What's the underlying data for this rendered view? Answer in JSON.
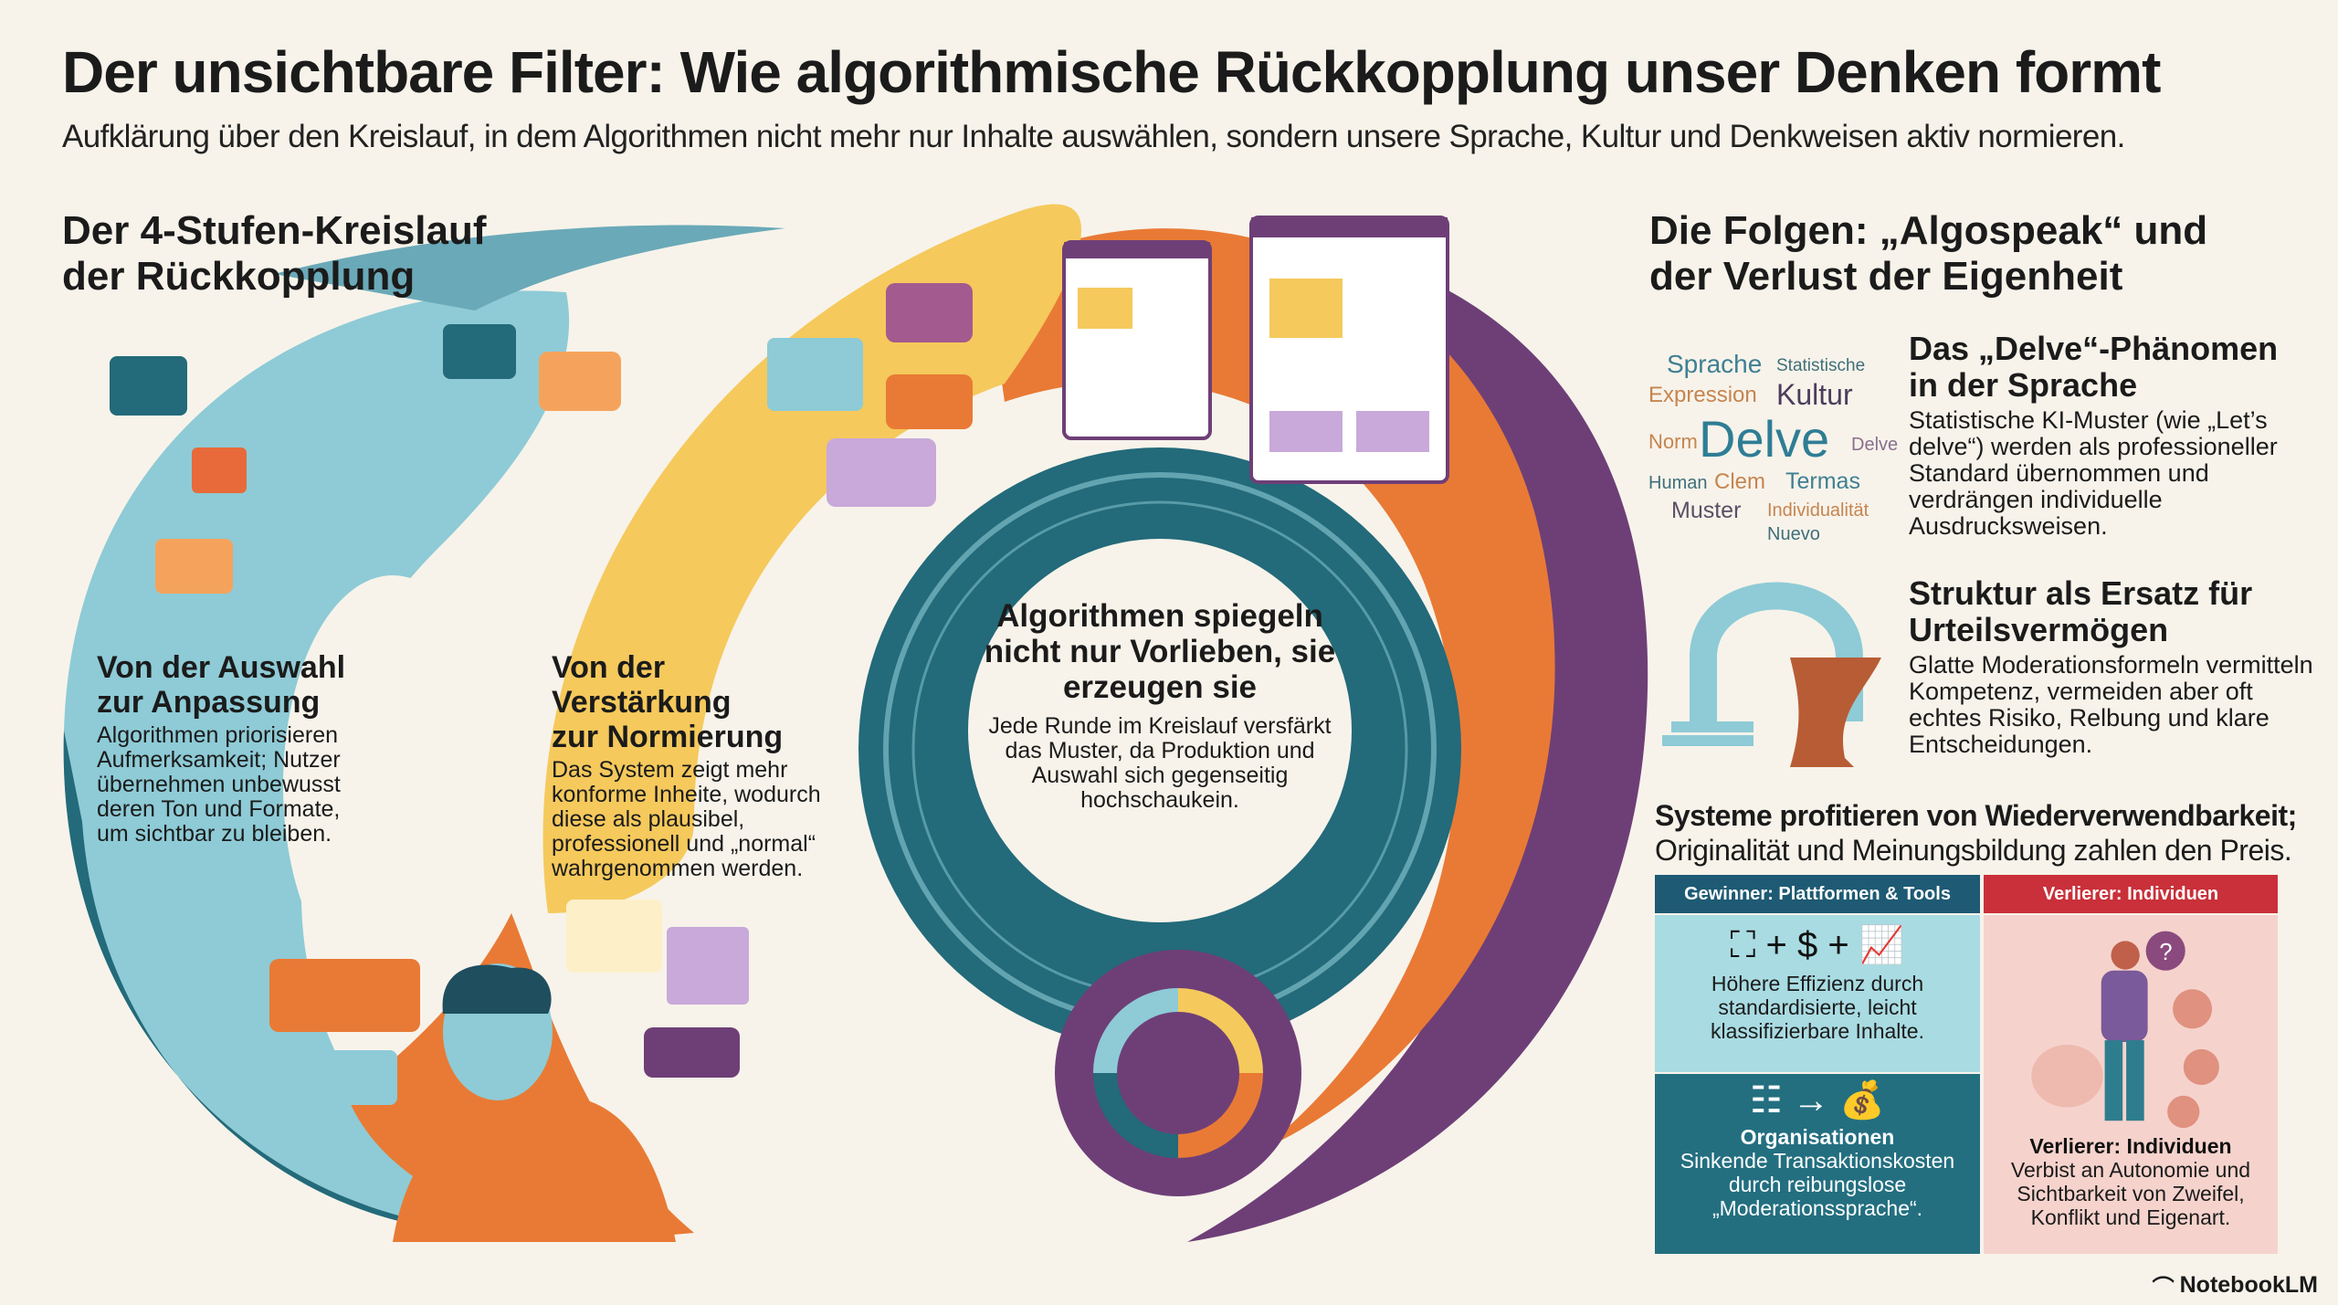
{
  "header": {
    "title": "Der unsichtbare Filter: Wie algorithmische Rückkopplung unser Denken formt",
    "subtitle": "Aufklärung über den Kreislauf, in dem Algorithmen nicht mehr nur Inhalte auswählen, sondern unsere Sprache, Kultur und Denkweisen aktiv normieren."
  },
  "left": {
    "heading_line1": "Der 4-Stufen-Kreislauf",
    "heading_line2": "der Rückkopplung",
    "stage1": {
      "title_line1": "Von der Auswahl",
      "title_line2": "zur Anpassung",
      "text": "Algorithmen priorisieren Aufmerksamkeit; Nutzer übernehmen unbewusst deren Ton und Formate, um sichtbar zu bleiben."
    },
    "stage2": {
      "title_line1": "Von der Verstärkung",
      "title_line2": "zur Normierung",
      "text": "Das System zeigt mehr konforme Inheite, wodurch diese als plausibel, professionell und „normal“ wahrgenommen werden."
    },
    "center": {
      "title": "Algorithmen spiegeln nicht nur Vorlieben, sie erzeugen sie",
      "text": "Jede Runde im Kreislauf versfärkt das Muster, da Produktion und Auswahl sich gegenseitig hochschaukein."
    }
  },
  "right": {
    "heading_line1": "Die Folgen: „Algospeak“ und",
    "heading_line2": "der Verlust der Eigenheit",
    "word_cloud": [
      "Sprache",
      "Statistische",
      "Expression",
      "Kultur",
      "Norm",
      "Delve",
      "Delve",
      "Human",
      "Clem",
      "Termas",
      "Muster",
      "Individualität",
      "Nuevo"
    ],
    "delve": {
      "title_line1": "Das „Delve“-Phänomen",
      "title_line2": "in der Sprache",
      "text": "Statistische KI-Muster (wie „Let’s delve“) werden als professioneller Standard übernommen und verdrängen individuelle Ausdrucksweisen."
    },
    "struktur": {
      "title_line1": "Struktur als Ersatz für",
      "title_line2": "Urteilsvermögen",
      "text": "Glatte Moderationsformeln vermitteln Kompetenz, vermeiden aber oft echtes Risiko, Relbung und klare Entscheidungen."
    },
    "systeme_bold": "Systeme profitieren von Wiederverwendbarkeit;",
    "systeme_normal": "Originalität und Meinungsbildung zahlen den Preis.",
    "table": {
      "winner_header": "Gewinner: Plattformen & Tools",
      "loser_header": "Verlierer: Individuen",
      "winner_text": "Höhere Effizienz durch standardisierte, leicht klassifizierbare Inhalte.",
      "org_title": "Organisationen",
      "org_text": "Sinkende Transaktionskosten durch reibungslose „Moderationssprache“.",
      "loser_title": "Verlierer: Individuen",
      "loser_text": "Verbist an Autonomie und Sichtbarkeit von Zweifel, Konflikt und Eigenart."
    }
  },
  "footer": {
    "brand": "NotebookLM"
  },
  "colors": {
    "blue": "#8ecbd6",
    "teal": "#236a7a",
    "yellow": "#f5c95c",
    "orange": "#e97a35",
    "purple": "#6e3f77",
    "red": "#c9303a",
    "pink": "#f5d3cc"
  }
}
